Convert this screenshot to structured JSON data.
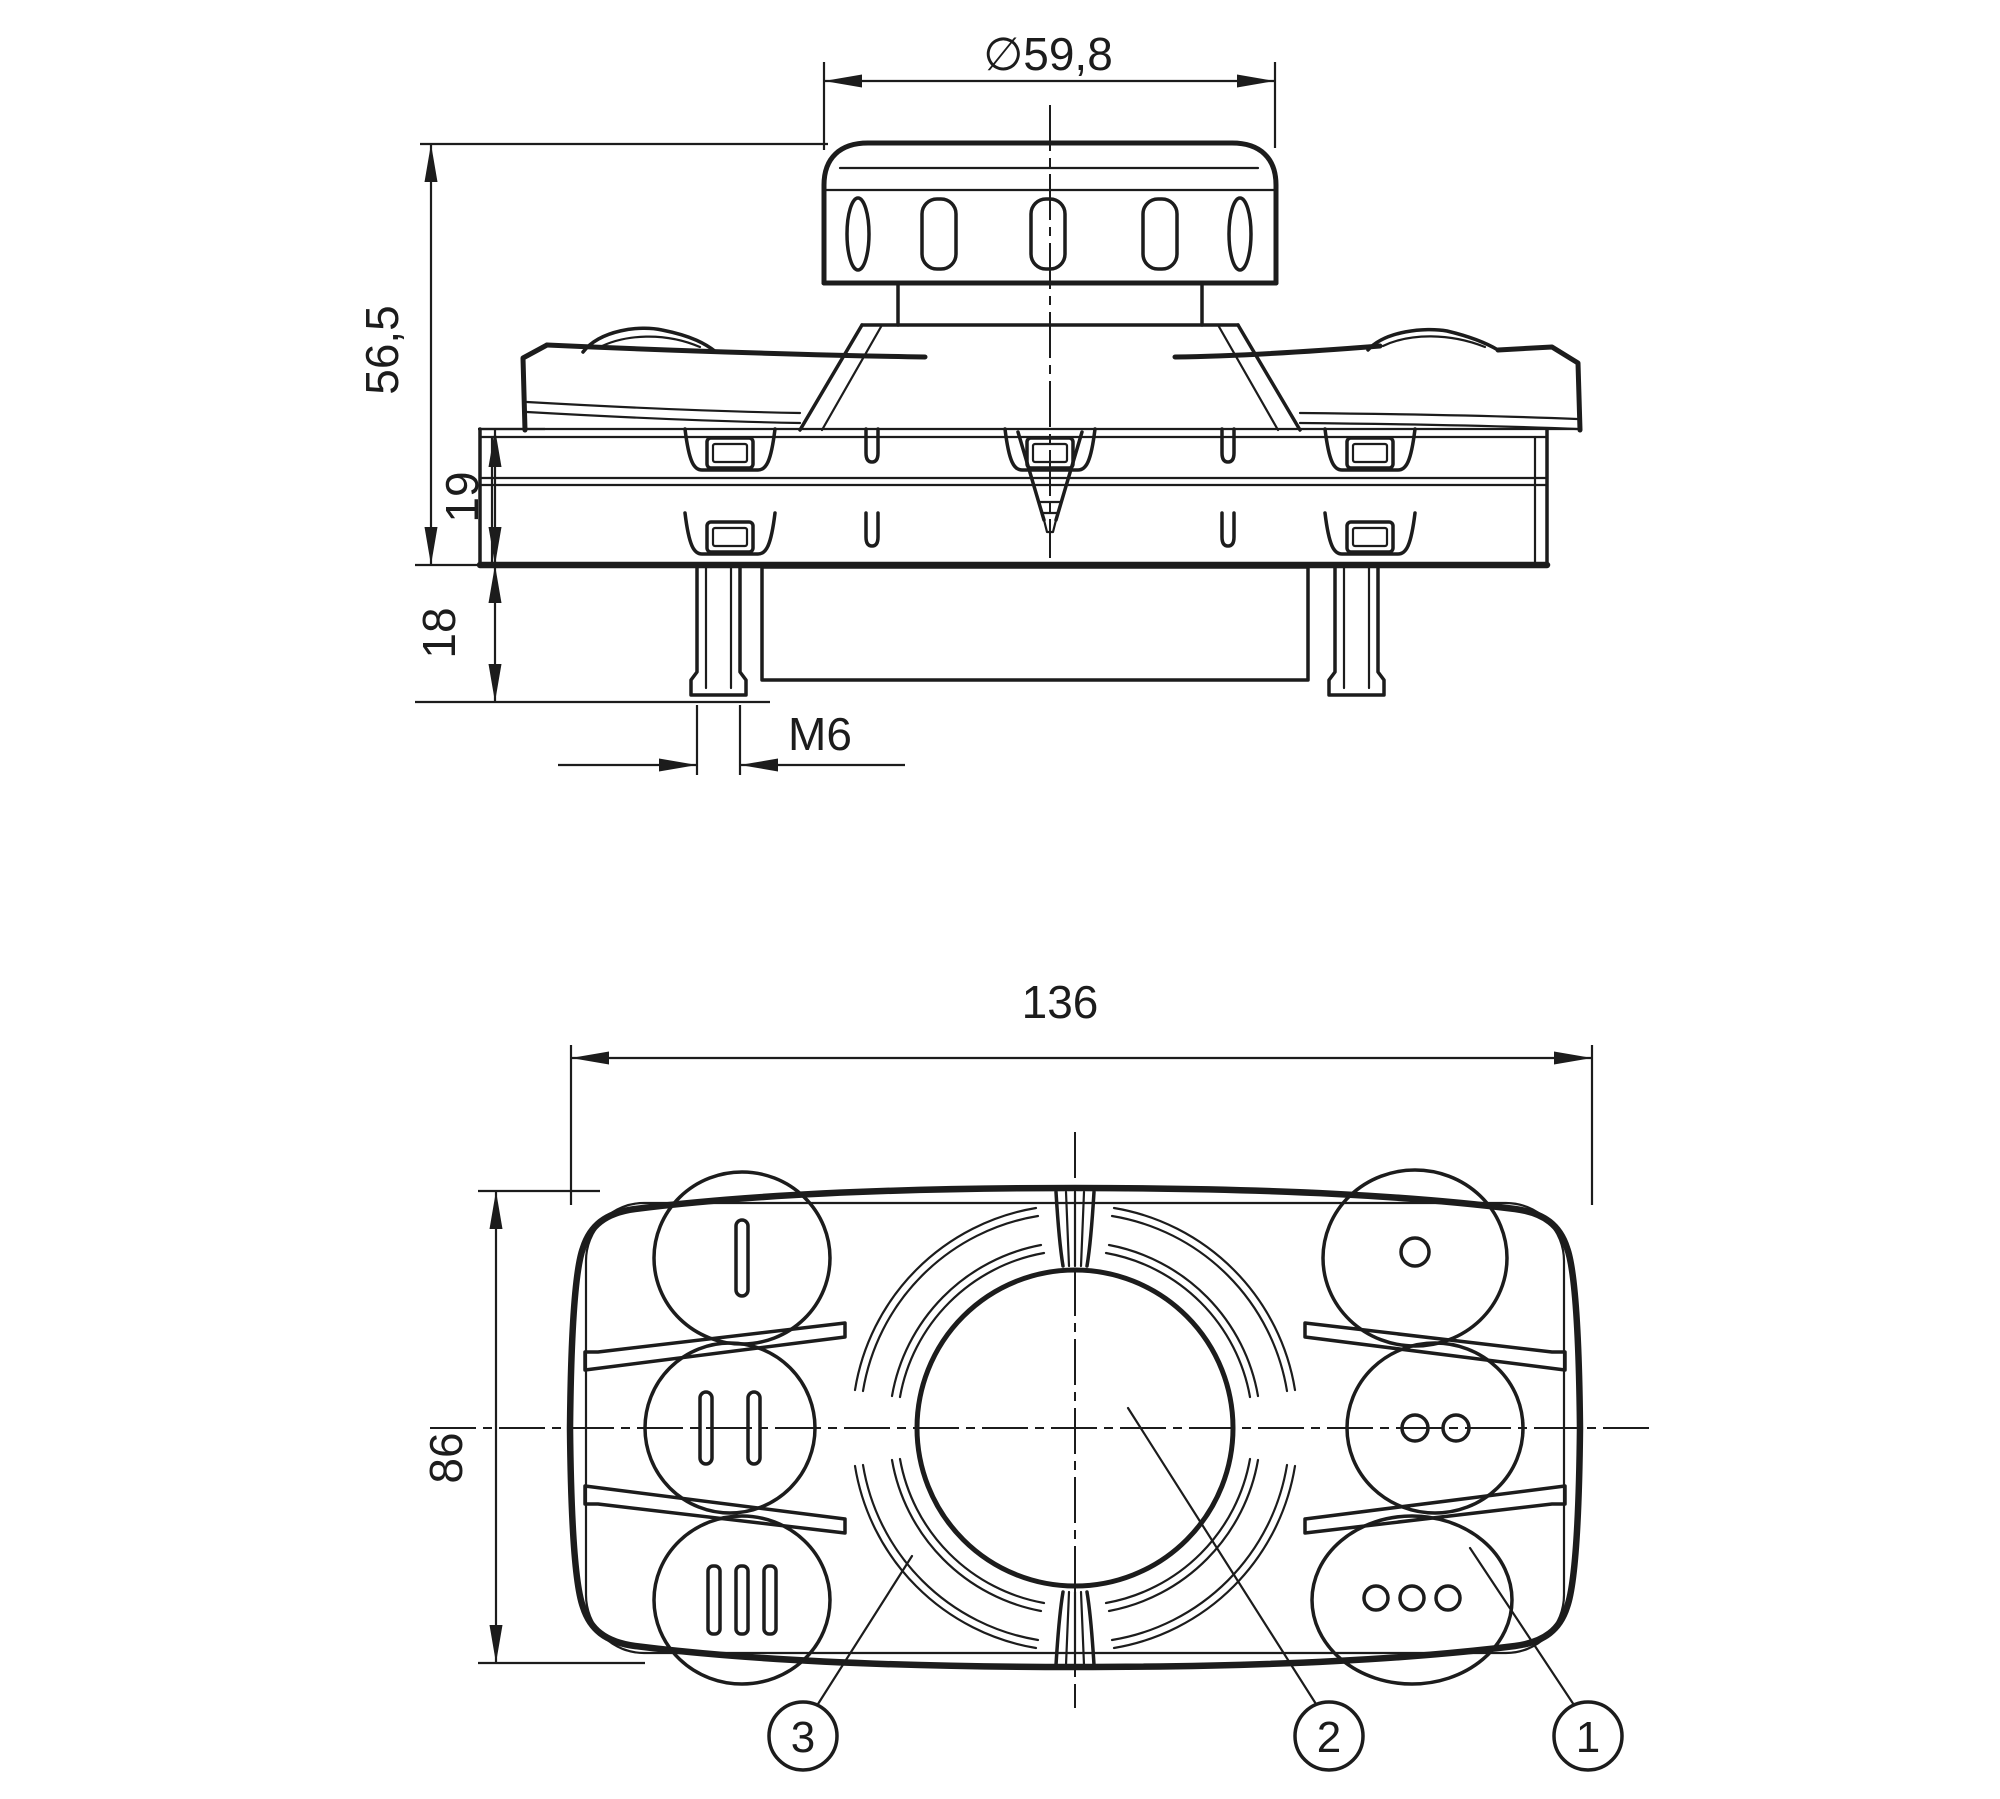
{
  "drawing": {
    "side_view": {
      "knob_diameter": "∅59,8",
      "overall_height": "56,5",
      "flange_height": "19",
      "stud_length": "18",
      "thread_label": "M6"
    },
    "plan_view": {
      "overall_width": "136",
      "overall_depth": "86"
    },
    "callouts": {
      "button": "1",
      "knob": "2",
      "ring": "3"
    },
    "colors": {
      "line": "#1c1c1c",
      "background": "#ffffff"
    }
  }
}
